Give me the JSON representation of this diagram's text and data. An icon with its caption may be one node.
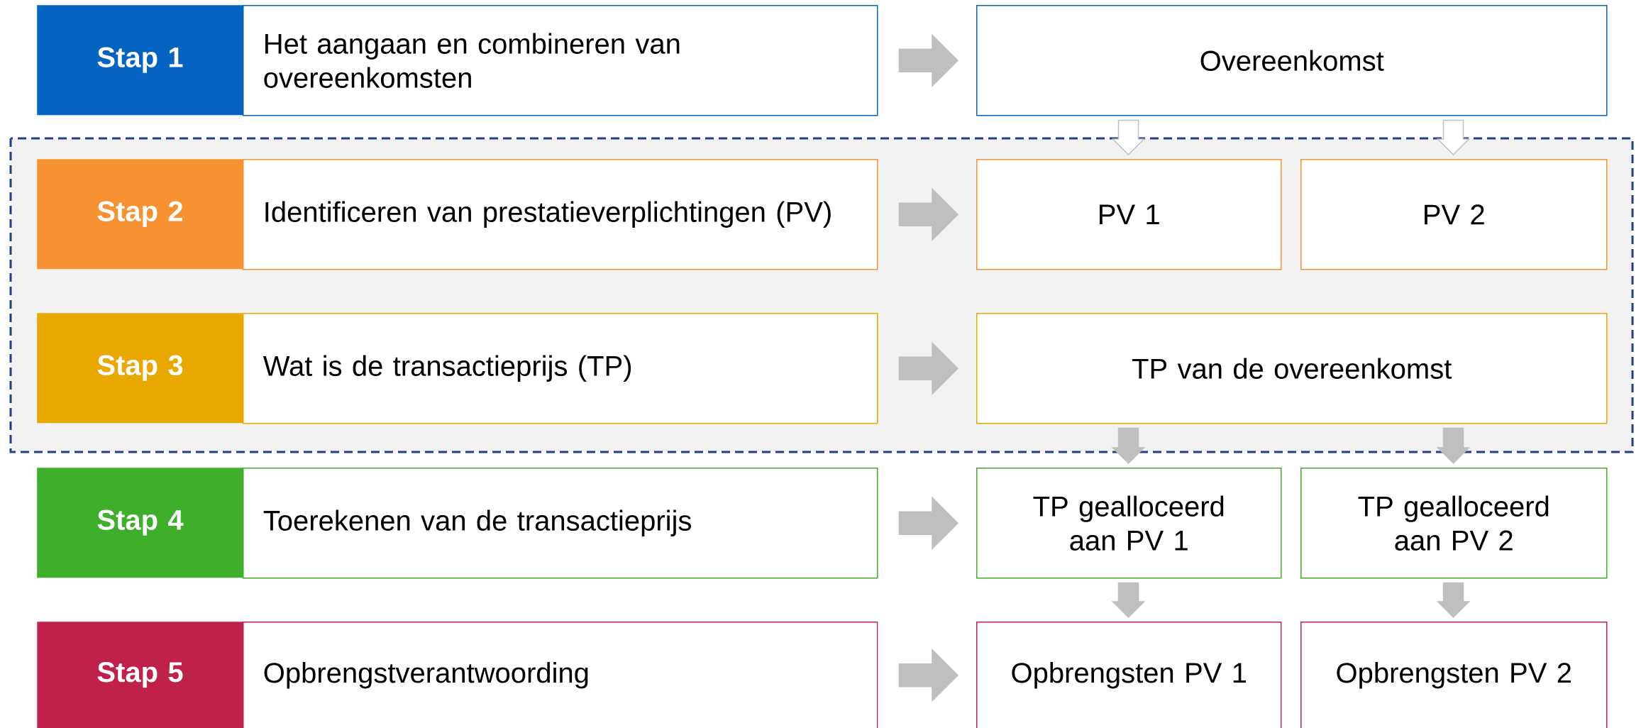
{
  "diagram": {
    "nodes": [
      {
        "text": [
          "Stap 1"
        ]
      },
      {
        "text": [
          "Het aangaan en combineren van overeenkomsten"
        ]
      },
      {
        "text": [
          "Overeenkomst"
        ]
      },
      {
        "text": [
          "Stap 2"
        ]
      },
      {
        "text": [
          "Identificeren van prestatieverplichtingen (PV)"
        ]
      },
      {
        "text": [
          "PV 1"
        ]
      },
      {
        "text": [
          "PV 2"
        ]
      },
      {
        "text": [
          "Stap 3"
        ]
      },
      {
        "text": [
          "Wat is de transactieprijs (TP)"
        ]
      },
      {
        "text": [
          "TP van de overeenkomst"
        ]
      },
      {
        "text": [
          "Stap 4"
        ]
      },
      {
        "text": [
          "Toerekenen van de transactieprijs"
        ]
      },
      {
        "text": [
          "TP gealloceerd aan PV 1"
        ]
      },
      {
        "text": [
          "TP gealloceerd aan PV 2"
        ]
      },
      {
        "text": [
          "Stap 5"
        ]
      },
      {
        "text": [
          "Opbrengstverantwoording"
        ]
      },
      {
        "text": [
          "Opbrengsten PV 1"
        ]
      },
      {
        "text": [
          "Opbrengsten PV 2"
        ]
      }
    ],
    "edges": [
      {
        "from": 1,
        "to": 2,
        "arrow": "to"
      },
      {
        "from": 2,
        "to": 5,
        "arrow": "to",
        "color": "#ffffff"
      },
      {
        "from": 2,
        "to": 6,
        "arrow": "to",
        "color": "#ffffff"
      },
      {
        "from": 4,
        "to": 5,
        "arrow": "to"
      },
      {
        "from": 8,
        "to": 9,
        "arrow": "to"
      },
      {
        "from": 9,
        "to": 12,
        "arrow": "to"
      },
      {
        "from": 9,
        "to": 13,
        "arrow": "to"
      },
      {
        "from": 11,
        "to": 12,
        "arrow": "to"
      },
      {
        "from": 12,
        "to": 16,
        "arrow": "to"
      },
      {
        "from": 13,
        "to": 17,
        "arrow": "to"
      },
      {
        "from": 15,
        "to": 16,
        "arrow": "to"
      }
    ]
  }
}
